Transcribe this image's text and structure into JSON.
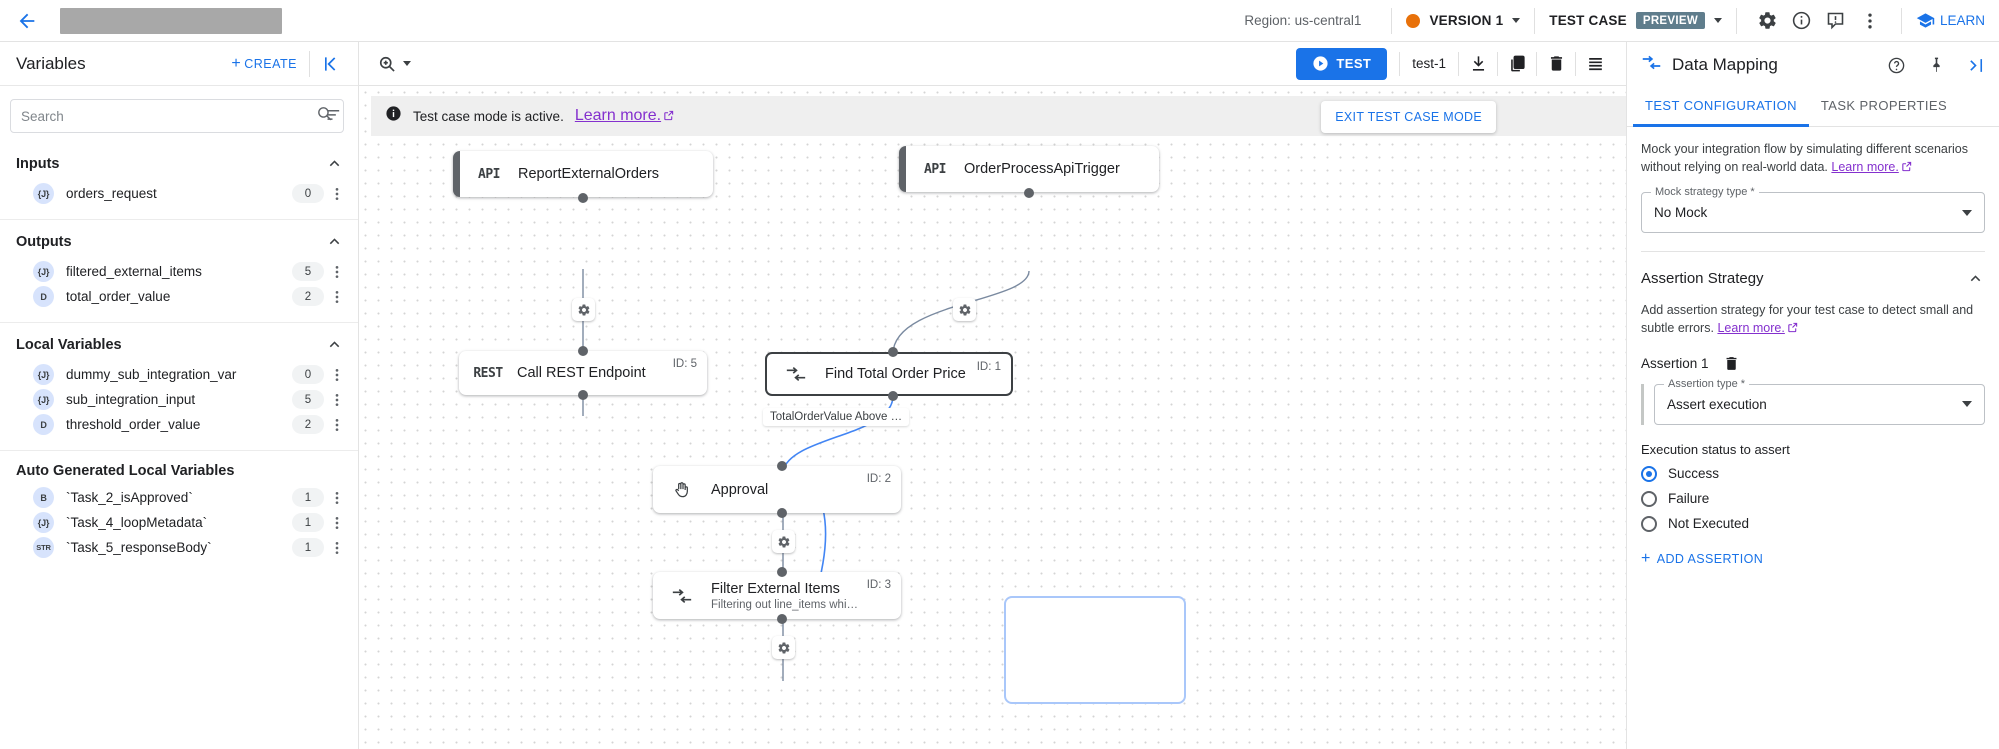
{
  "topbar": {
    "back_icon": "back-arrow-icon",
    "title_redacted": "",
    "region": "Region: us-central1",
    "version": "VERSION 1",
    "testcase_label": "TEST CASE",
    "preview_chip": "PREVIEW",
    "settings_icon": "gear-icon",
    "info_icon": "info-icon",
    "feedback_icon": "feedback-icon",
    "more_icon": "more-vertical-icon",
    "learn": "LEARN",
    "accent_blue": "#1a73e8",
    "version_dot_color": "#e8710a",
    "preview_chip_color": "#5f7d8c"
  },
  "sidebar": {
    "title": "Variables",
    "create_label": "CREATE",
    "collapse_icon": "collapse-panel-icon",
    "search": {
      "value": "",
      "placeholder": "Search",
      "icon": "search-icon"
    },
    "filter_icon": "sort-filter-icon",
    "groups": [
      {
        "title": "Inputs",
        "items": [
          {
            "type": "{J}",
            "name": "orders_request",
            "count": "0"
          }
        ]
      },
      {
        "title": "Outputs",
        "items": [
          {
            "type": "{J}",
            "name": "filtered_external_items",
            "count": "5"
          },
          {
            "type": "D",
            "name": "total_order_value",
            "count": "2"
          }
        ]
      },
      {
        "title": "Local Variables",
        "items": [
          {
            "type": "{J}",
            "name": "dummy_sub_integration_var",
            "count": "0"
          },
          {
            "type": "{J}",
            "name": "sub_integration_input",
            "count": "5"
          },
          {
            "type": "D",
            "name": "threshold_order_value",
            "count": "2"
          }
        ]
      },
      {
        "title": "Auto Generated Local Variables",
        "items": [
          {
            "type": "B",
            "name": "`Task_2_isApproved`",
            "count": "1"
          },
          {
            "type": "{J}",
            "name": "`Task_4_loopMetadata`",
            "count": "1"
          },
          {
            "type": "STR",
            "name": "`Task_5_responseBody`",
            "count": "1"
          }
        ]
      }
    ]
  },
  "canvas_toolbar": {
    "zoom_icon": "zoom-in-icon",
    "test_button": "TEST",
    "test_name": "test-1",
    "download_icon": "download-icon",
    "copy_icon": "copy-icon",
    "delete_icon": "trash-icon",
    "list_icon": "list-icon"
  },
  "canvas": {
    "banner": {
      "icon": "info-filled-icon",
      "text": "Test case mode is active.",
      "link": "Learn more.",
      "link_color": "#8430ce"
    },
    "exit_button": "EXIT TEST CASE MODE",
    "nodes": [
      {
        "kind": "trigger",
        "icon_text": "API",
        "icon_name": "api-trigger-icon",
        "label": "ReportExternalOrders",
        "sub": "",
        "id": ""
      },
      {
        "kind": "trigger",
        "icon_text": "API",
        "icon_name": "api-trigger-icon",
        "label": "OrderProcessApiTrigger",
        "sub": "",
        "id": ""
      },
      {
        "kind": "task",
        "icon_text": "REST",
        "icon_name": "rest-endpoint-icon",
        "label": "Call REST Endpoint",
        "sub": "",
        "id": "ID: 5"
      },
      {
        "kind": "task",
        "icon_text": "",
        "icon_name": "data-mapping-icon",
        "label": "Find Total Order Price",
        "sub": "",
        "id": "ID: 1",
        "selected": true
      },
      {
        "kind": "task",
        "icon_text": "",
        "icon_name": "approval-hand-icon",
        "label": "Approval",
        "sub": "",
        "id": "ID: 2"
      },
      {
        "kind": "task",
        "icon_text": "",
        "icon_name": "data-mapping-icon",
        "label": "Filter External Items",
        "sub": "Filtering out line_items whi…",
        "id": "ID: 3"
      }
    ],
    "edge_label": "TotalOrderValue Above …",
    "gear_icon": "gear-edge-icon"
  },
  "right_panel": {
    "header_icon": "data-mapping-icon",
    "title": "Data Mapping",
    "help_icon": "help-circle-icon",
    "pin_icon": "pin-icon",
    "expand_icon": "expand-panel-icon",
    "tabs": [
      {
        "label": "TEST CONFIGURATION",
        "active": true
      },
      {
        "label": "TASK PROPERTIES",
        "active": false
      }
    ],
    "mock": {
      "description": "Mock your integration flow by simulating different scenarios without relying on real-world data.",
      "link": "Learn more.",
      "field_legend": "Mock strategy type *",
      "field_value": "No Mock"
    },
    "assertion": {
      "section_title": "Assertion Strategy",
      "description": "Add assertion strategy for your test case to detect small and subtle errors.",
      "link": "Learn more.",
      "item_label": "Assertion 1",
      "delete_icon": "trash-icon",
      "type_legend": "Assertion type *",
      "type_value": "Assert execution",
      "status_label": "Execution status to assert",
      "options": [
        {
          "label": "Success",
          "selected": true
        },
        {
          "label": "Failure",
          "selected": false
        },
        {
          "label": "Not Executed",
          "selected": false
        }
      ],
      "add_label": "ADD ASSERTION"
    }
  }
}
